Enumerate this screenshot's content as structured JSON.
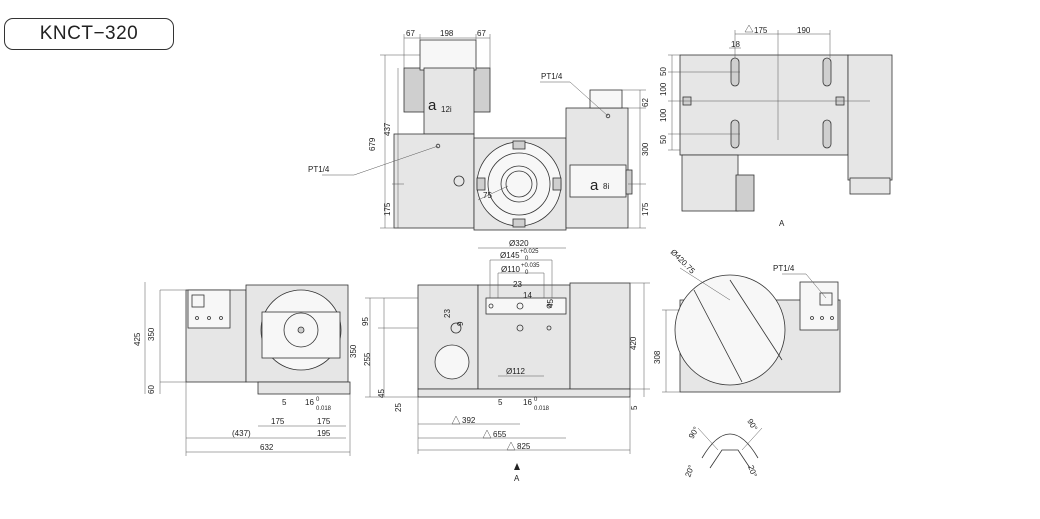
{
  "model": "KNCT−320",
  "top_view": {
    "top_dims": [
      "67",
      "198",
      "67"
    ],
    "left_dims": [
      "679",
      "437",
      "175"
    ],
    "right_dims": [
      "62",
      "300",
      "175"
    ],
    "motor_label_main": "a",
    "motor_sub_main": "12i",
    "motor_label_side": "a",
    "motor_sub_side": "8i",
    "port_left": "PT1/4",
    "port_right": "PT1/4",
    "angle": "75"
  },
  "right_top_view": {
    "top_dims": [
      "175",
      "190"
    ],
    "small_dim": "18",
    "left_dims": [
      "50",
      "100",
      "100",
      "50"
    ],
    "view_label": "A"
  },
  "side_view_left": {
    "left_dims": [
      "425",
      "350",
      "60"
    ],
    "bottom_dims": [
      "5",
      "16",
      "0",
      "0.018",
      "175",
      "175",
      "(437)",
      "195",
      "632"
    ]
  },
  "front_view": {
    "diameters": [
      "Ø320",
      "Ø145",
      "+0.025",
      "0",
      "Ø110",
      "+0.035",
      "0",
      "Ø112"
    ],
    "inner_dims": [
      "23",
      "14",
      "23",
      "9",
      "45"
    ],
    "left_dims": [
      "95",
      "350",
      "255",
      "45",
      "25"
    ],
    "right_dims": [
      "420",
      "5"
    ],
    "bottom_dims": [
      "5",
      "16",
      "0",
      "0.018",
      "392",
      "655",
      "825"
    ],
    "view_arrow_label": "A"
  },
  "right_side_view": {
    "diameter": "Ø420.75",
    "port": "PT1/4",
    "left_dim": "308",
    "angles": [
      "90°",
      "90°",
      "20°",
      "20°"
    ]
  }
}
